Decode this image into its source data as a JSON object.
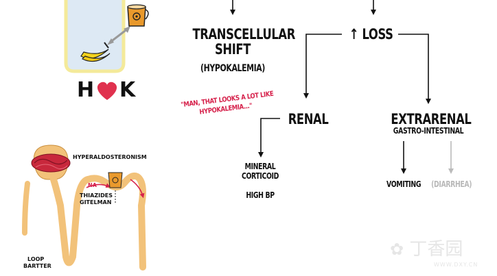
{
  "flow": {
    "transcellular_line1": "TRANSCELLULAR",
    "transcellular_line2": "SHIFT",
    "hypokalemia": "(HYPOKALEMIA)",
    "loss": "↑ LOSS",
    "renal": "RENAL",
    "extrarenal": "EXTRARENAL",
    "gastrointestinal": "GASTRO-INTESTINAL",
    "mineral_line1": "MINERAL",
    "mineral_line2": "CORTICOID",
    "high_bp": "HIGH BP",
    "vomiting": "VOMITING",
    "diarrhea": "(DIARRHEA)"
  },
  "quote": {
    "line1": "\"MAN, THAT LOOKS A LOT LIKE",
    "line2": "HYPOKALEMIA...\""
  },
  "hk": {
    "h": "H",
    "k": "K"
  },
  "kidney": {
    "hyperaldosteronism": "HYPERALDOSTERONISM",
    "na": "NA",
    "thiazides_line1": "THIAZIDES",
    "thiazides_line2": "GITELMAN",
    "loop_line1": "LOOP",
    "loop_line2": "BARTTER"
  },
  "watermark": {
    "name": "丁香园",
    "url": "WWW.DXY.CN"
  },
  "colors": {
    "accent_red": "#d6214b",
    "heart": "#e0314e",
    "tubule": "#f2c27a",
    "cell_border": "#f4ea9a",
    "cup": "#e9992c",
    "banana": "#f3d21d"
  }
}
